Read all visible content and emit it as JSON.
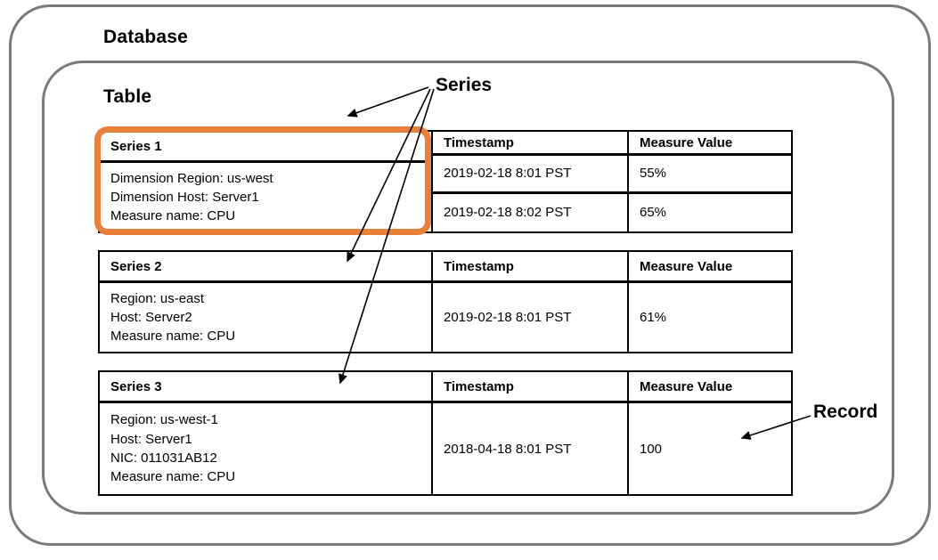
{
  "diagram": {
    "database": {
      "title": "Database"
    },
    "table": {
      "title": "Table"
    },
    "annotations": {
      "series_label": "Series",
      "record_label": "Record"
    },
    "columns": {
      "timestamp_header": "Timestamp",
      "measure_value_header": "Measure Value"
    },
    "series": [
      {
        "name": "Series 1",
        "highlighted": true,
        "highlight_color": "#E8803A",
        "attributes": [
          "Dimension Region: us-west",
          "Dimension Host: Server1",
          "Measure name: CPU"
        ],
        "records": [
          {
            "timestamp": "2019-02-18 8:01 PST",
            "measure_value": "55%"
          },
          {
            "timestamp": "2019-02-18 8:02 PST",
            "measure_value": "65%"
          }
        ]
      },
      {
        "name": "Series 2",
        "highlighted": false,
        "attributes": [
          "Region: us-east",
          "Host: Server2",
          "Measure name: CPU"
        ],
        "records": [
          {
            "timestamp": "2019-02-18 8:01 PST",
            "measure_value": "61%"
          }
        ]
      },
      {
        "name": "Series 3",
        "highlighted": false,
        "attributes": [
          "Region: us-west-1",
          "Host: Server1",
          "NIC: 011031AB12",
          "Measure name: CPU"
        ],
        "records": [
          {
            "timestamp": "2018-04-18 8:01 PST",
            "measure_value": "100"
          }
        ]
      }
    ]
  }
}
